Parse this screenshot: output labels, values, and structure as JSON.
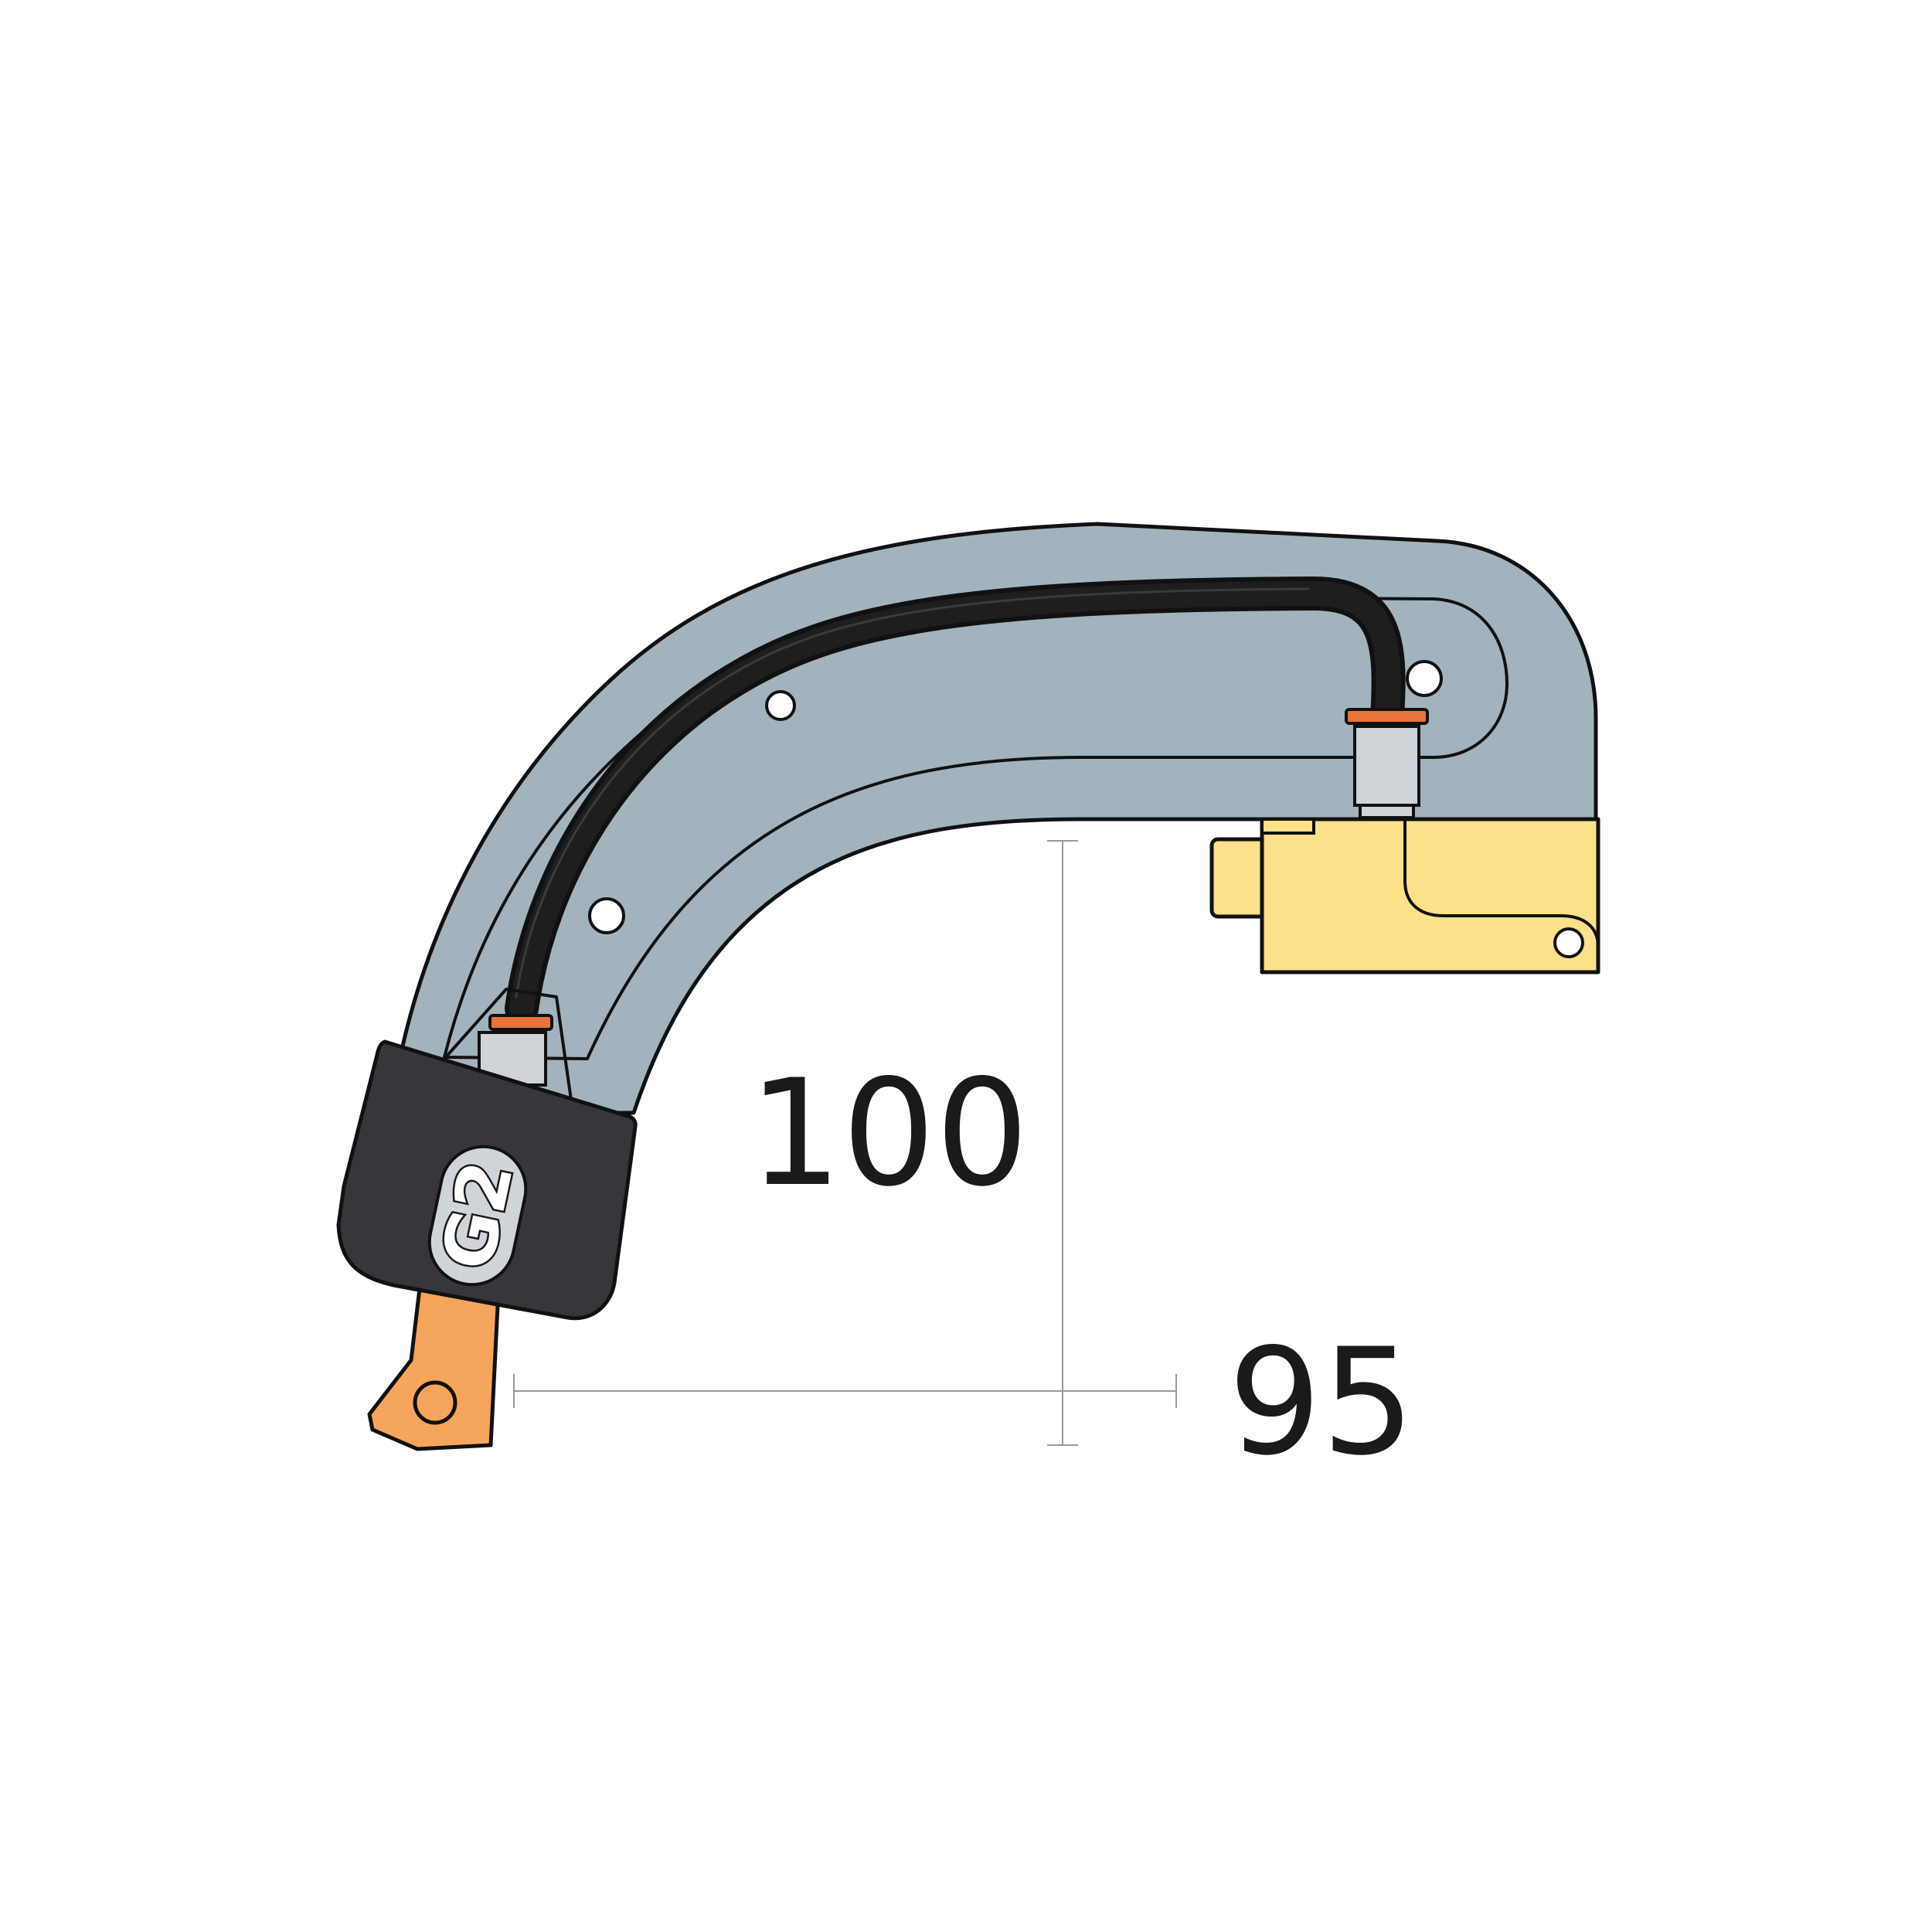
{
  "dimensions": {
    "height": {
      "value": "100"
    },
    "width": {
      "value": "95"
    }
  },
  "logo": {
    "text": "G2"
  },
  "colors": {
    "arm": "#a2b3bd",
    "arm_inner": "#a2b3bd",
    "brass_block": "#fde08a",
    "cap": "#36363b",
    "copper_tip": "#f6a65c",
    "hose": "#1e1e1e",
    "hose_highlight": "#3a3a3a",
    "fitting": "#cfd4d8",
    "fitting_ring": "#e8743a",
    "logo_plate": "#cfd4d8",
    "outline": "#111111",
    "dim_line": "#9a9a9a"
  },
  "icons": {
    "gun_arm": "curved-welding-arm-icon",
    "hose": "cooling-hose-icon",
    "cap": "insulating-cap-icon",
    "tip": "copper-electrode-icon",
    "block": "brass-mounting-block-icon",
    "logo": "g2-logo-icon"
  }
}
